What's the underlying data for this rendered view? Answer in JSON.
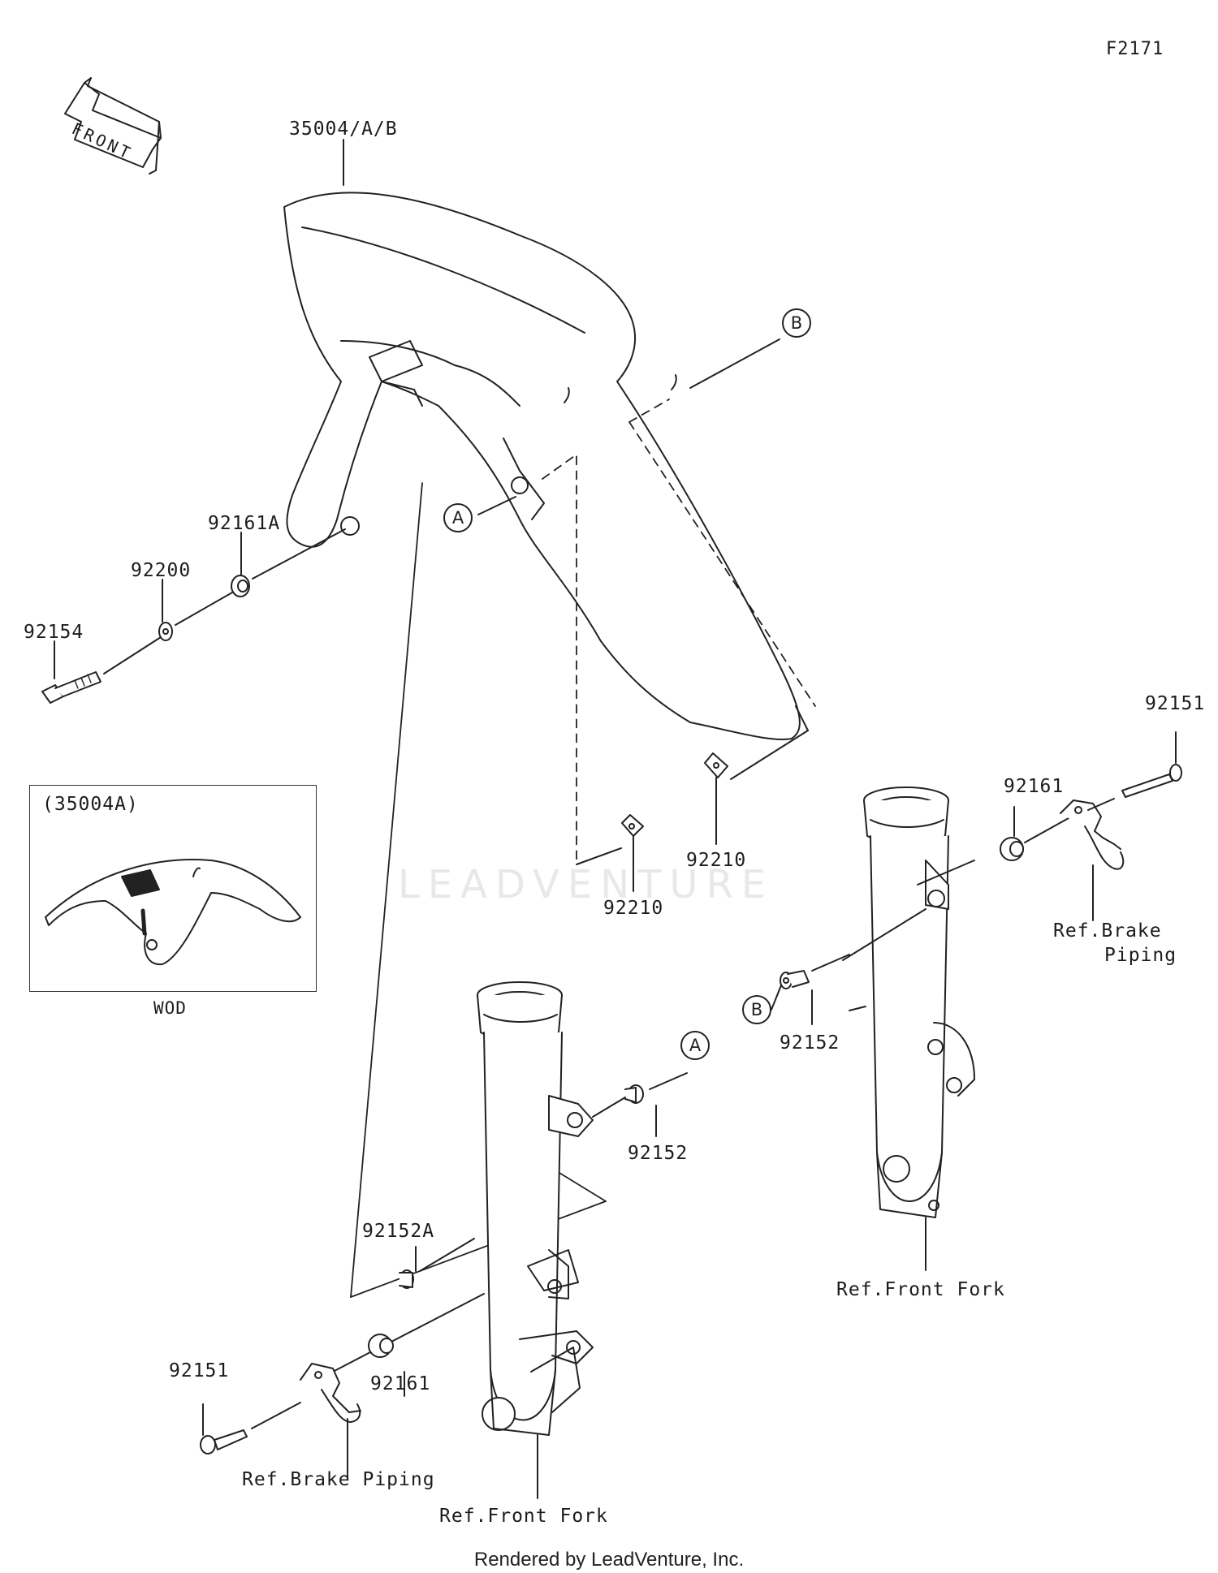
{
  "diagram_id": "F2171",
  "front_arrow_text": "FRONT",
  "inset": {
    "title": "(35004A)",
    "caption": "WOD"
  },
  "callouts": {
    "a": "A",
    "b": "B"
  },
  "labels": {
    "fender": "35004/A/B",
    "grommet_left": "92161A",
    "washer_left": "92200",
    "bolt_left": "92154",
    "nut_upper": "92210",
    "nut_lower": "92210",
    "bolt_right": "92151",
    "spacer_right": "92161",
    "collar_right": "92152",
    "collar_left": "92152",
    "collar_left_a": "92152A",
    "spacer_left": "92161",
    "bolt_lower_left": "92151"
  },
  "refs": {
    "brake_piping_right_line1": "Ref.Brake",
    "brake_piping_right_line2": "Piping",
    "front_fork_right": "Ref.Front Fork",
    "brake_piping_left": "Ref.Brake Piping",
    "front_fork_left": "Ref.Front Fork"
  },
  "watermark": "LEADVENTURE",
  "footer": "Rendered by LeadVenture, Inc."
}
